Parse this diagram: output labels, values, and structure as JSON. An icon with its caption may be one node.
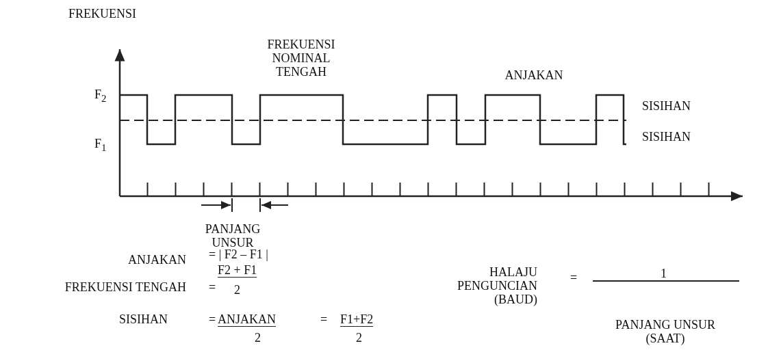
{
  "diagram": {
    "labels": [
      "FREKUENSI",
      "FREKUENSI NOMINAL TENGAH",
      "ANJAKAN",
      "F$_{2}$",
      "SISIHAN",
      "F$_{1}$",
      "SISIHAN",
      "PANJANG UNSUR",
      "ANJAKAN",
      "= | F2 – F1 |",
      "F2 + F1",
      "HALAJU PENGUNCIAN (BAUD)",
      "=",
      "1",
      "FREKUENSI TENGAH",
      "=",
      "2",
      "PANJANG UNSUR (SAAT)",
      "SISIHAN",
      "=",
      "ANJAKAN",
      "=",
      "F1+F2",
      "2",
      "2"
    ]
  }
}
